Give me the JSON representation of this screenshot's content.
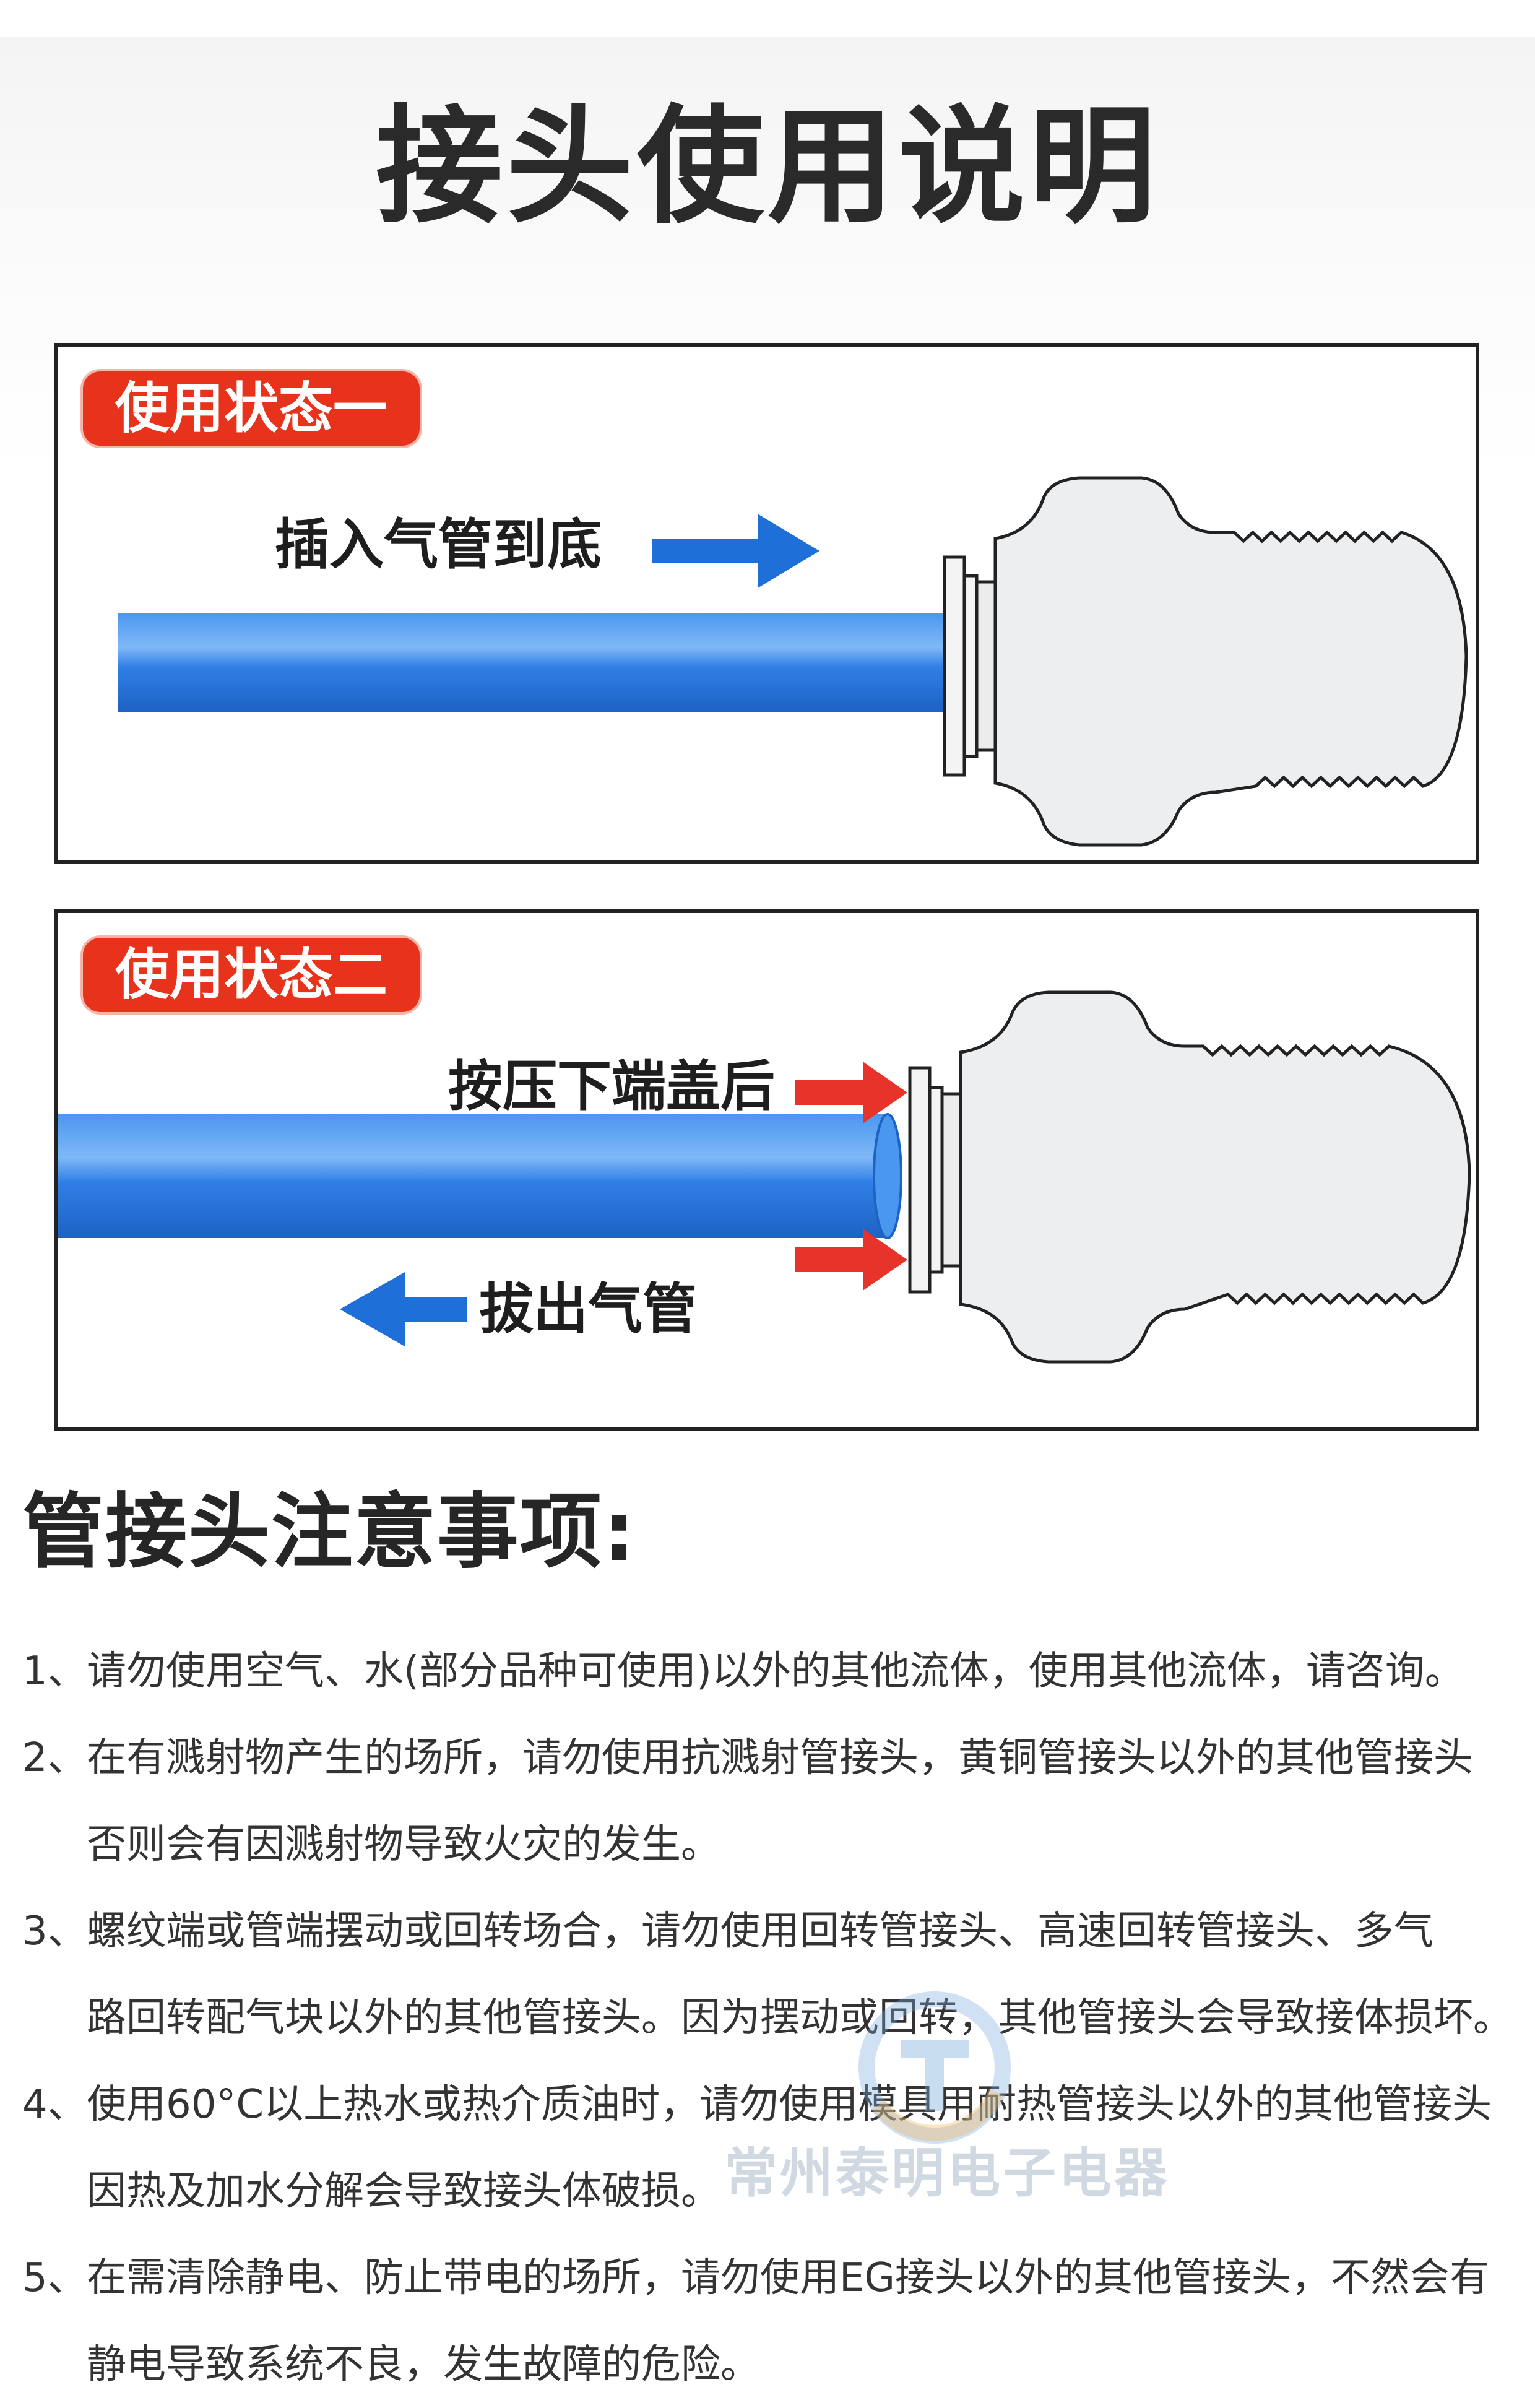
{
  "title": "接头使用说明",
  "panel1": {
    "badge": "使用状态一",
    "label_insert": "插入气管到底"
  },
  "panel2": {
    "badge": "使用状态二",
    "label_press": "按压下端盖后",
    "label_pull": "拔出气管"
  },
  "colors": {
    "badge_red": "#e8331c",
    "tube_blue": "#2f7fe6",
    "arrow_blue": "#1f6fd8",
    "arrow_red": "#e8332a",
    "fitting_gray": "#eceef0"
  },
  "notes": {
    "title": "管接头注意事项:",
    "items": [
      {
        "num": "1、",
        "lines": [
          "请勿使用空气、水(部分品种可使用)以外的其他流体，使用其他流体，请咨询。"
        ]
      },
      {
        "num": "2、",
        "lines": [
          "在有溅射物产生的场所，请勿使用抗溅射管接头，黄铜管接头以外的其他管接头",
          "否则会有因溅射物导致火灾的发生。"
        ]
      },
      {
        "num": "3、",
        "lines": [
          "螺纹端或管端摆动或回转场合，请勿使用回转管接头、高速回转管接头、多气",
          "路回转配气块以外的其他管接头。因为摆动或回转，其他管接头会导致接体损坏。"
        ]
      },
      {
        "num": "4、",
        "lines": [
          "使用60°C以上热水或热介质油时，请勿使用模具用耐热管接头以外的其他管接头",
          "因热及加水分解会导致接头体破损。"
        ]
      },
      {
        "num": "5、",
        "lines": [
          "在需清除静电、防止带电的场所，请勿使用EG接头以外的其他管接头，不然会有",
          "静电导致系统不良，发生故障的危险。"
        ]
      }
    ]
  },
  "watermark": "常州泰明电子电器"
}
